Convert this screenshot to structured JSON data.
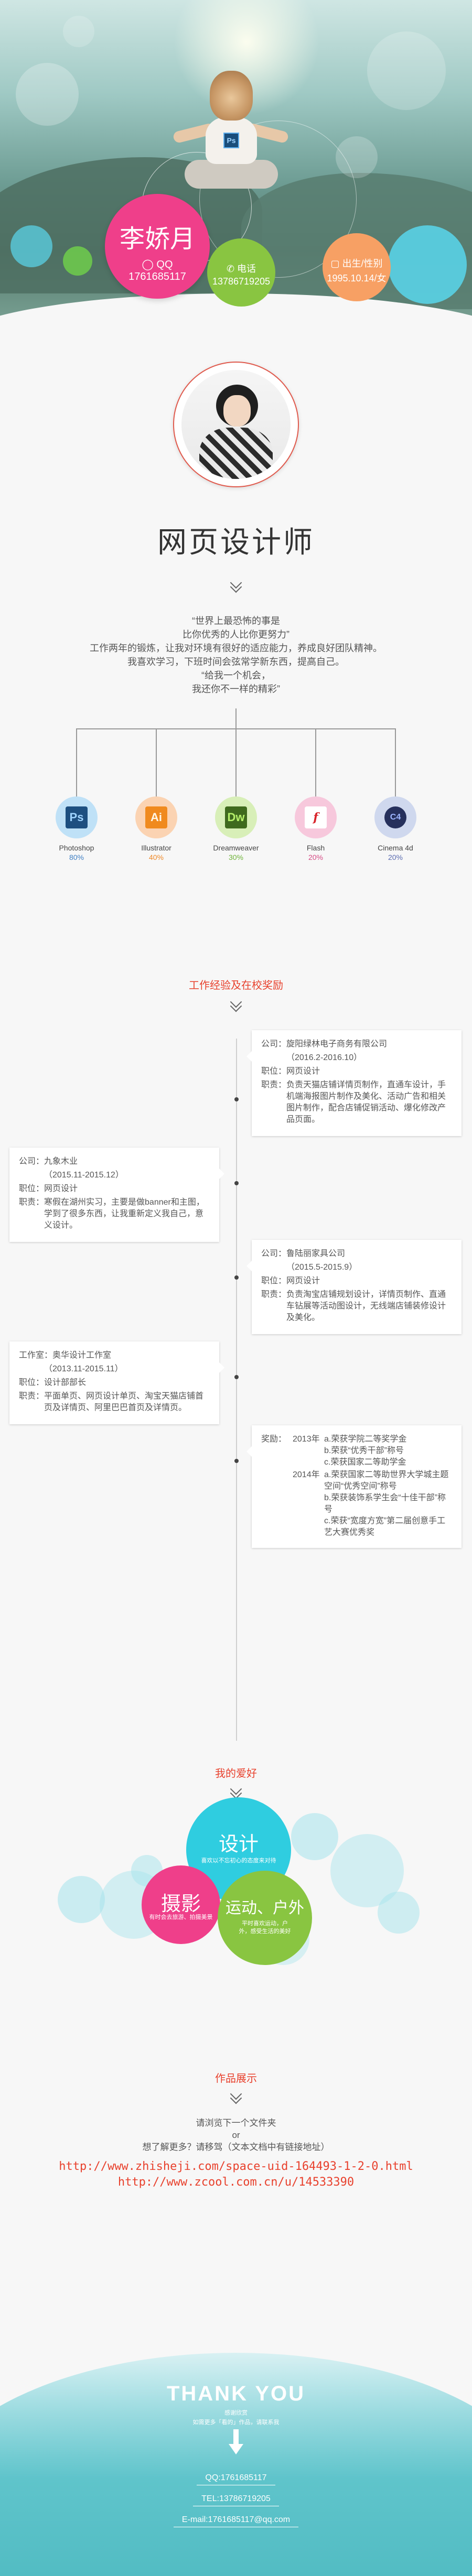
{
  "hero": {
    "name": "李娇月",
    "qq_label": "QQ",
    "qq_value": "1761685117",
    "phone_label": "电话",
    "phone_value": "13786719205",
    "birth_label": "出生/性别",
    "birth_value": "1995.10.14/女",
    "badge_text": "Ps",
    "colors": {
      "pink": "#ef3f8a",
      "green": "#89c541",
      "orange": "#f7a064",
      "cyan": "#59d2e6"
    }
  },
  "profile": {
    "title": "网页设计师",
    "quote": [
      "“世界上最恐怖的事是",
      "比你优秀的人比你更努力”",
      "工作两年的锻炼，让我对环境有很好的适应能力，养成良好团队精神。",
      "我喜欢学习，下班时间会弦常学新东西，提高自己。",
      "“给我一个机会，",
      "我还你不一样的精彩”"
    ]
  },
  "skills": [
    {
      "name": "Photoshop",
      "percent": "80%",
      "abbr": "Ps",
      "bg": "#bfe1f7",
      "fg": "#1d4f80",
      "text": "#9fd4ff",
      "pct_color": "#3f7fc4"
    },
    {
      "name": "Illustrator",
      "percent": "40%",
      "abbr": "Ai",
      "bg": "#fbd3b2",
      "fg": "#f08a1e",
      "text": "#fff7e6",
      "pct_color": "#ef8a2a"
    },
    {
      "name": "Dreamweaver",
      "percent": "30%",
      "abbr": "Dw",
      "bg": "#d8efb8",
      "fg": "#3f6a1e",
      "text": "#b5f06a",
      "pct_color": "#6fb33a"
    },
    {
      "name": "Flash",
      "percent": "20%",
      "abbr": "f",
      "bg": "#f7c8dc",
      "fg": "#ffffff",
      "text": "#d8232a",
      "pct_color": "#d64a84"
    },
    {
      "name": "Cinema 4d",
      "percent": "20%",
      "abbr": "C4",
      "bg": "#cfd8ee",
      "fg": "#26305c",
      "text": "#9fb7ff",
      "pct_color": "#5a6bb0"
    }
  ],
  "experience": {
    "title": "工作经验及在校奖励",
    "cards": [
      {
        "rows": [
          {
            "k": "公司：",
            "v": "旋阳绿林电子商务有限公司"
          },
          {
            "k": "",
            "v": "（2016.2-2016.10）"
          },
          {
            "k": "职位：",
            "v": "网页设计"
          },
          {
            "k": "职责：",
            "v": "负责天猫店铺详情页制作，直通车设计，手机端海报图片制作及美化、活动广告和相关图片制作，配合店铺促销活动、爆化修改产品页面。"
          }
        ]
      },
      {
        "rows": [
          {
            "k": "公司：",
            "v": "九象木业"
          },
          {
            "k": "",
            "v": "（2015.11-2015.12）"
          },
          {
            "k": "职位：",
            "v": "网页设计"
          },
          {
            "k": "职责：",
            "v": "寒假在湖州实习，主要是做banner和主图，学到了很多东西，让我重新定义我自己，意义设计。"
          }
        ]
      },
      {
        "rows": [
          {
            "k": "公司：",
            "v": "鲁陆丽家具公司"
          },
          {
            "k": "",
            "v": "（2015.5-2015.9）"
          },
          {
            "k": "职位：",
            "v": "网页设计"
          },
          {
            "k": "职责：",
            "v": "负责淘宝店铺规划设计，详情页制作、直通车钻展等活动图设计，无线端店铺装修设计及美化。"
          }
        ]
      },
      {
        "rows": [
          {
            "k": "工作室：",
            "v": "奥华设计工作室"
          },
          {
            "k": "",
            "v": "（2013.11-2015.11）"
          },
          {
            "k": "职位：",
            "v": "设计部部长"
          },
          {
            "k": "职责：",
            "v": "平面单页、网页设计单页、淘宝天猫店铺首页及详情页、阿里巴巴首页及详情页。"
          }
        ]
      }
    ],
    "awards": {
      "label": "奖励：",
      "years": [
        {
          "year": "2013年",
          "items": [
            "a.荣获学院二等奖学金",
            "b.荣获“优秀干部”称号",
            "c.荣获国家二等助学金"
          ]
        },
        {
          "year": "2014年",
          "items": [
            "a.荣获国家二等助世界大学城主题空间“优秀空间”称号",
            "b.荣获装饰系学生会“十佳干部”称号",
            "c.荣获“宽度方宽”第二届创意手工艺大赛优秀奖"
          ]
        }
      ]
    }
  },
  "hobbies": {
    "title": "我的爱好",
    "items": [
      {
        "title": "设计",
        "sub": "喜欢以不忘初心的态度来对待",
        "color": "#2fcde0"
      },
      {
        "title": "摄影",
        "sub": "有时会去旅游、拍摄美景",
        "color": "#ef3f8a"
      },
      {
        "title": "运动、户外",
        "sub": "平时喜欢运动，户外，感受生活的美好",
        "color": "#89c541"
      }
    ],
    "deco_color": "#a5e3ec"
  },
  "works": {
    "title": "作品展示",
    "line1": "请浏览下一个文件夹",
    "or": "or",
    "line2": "想了解更多？请移驾（文本文档中有链接地址）",
    "link1": "http://www.zhisheji.com/space-uid-164493-1-2-0.html",
    "link2": "http://www.zcool.com.cn/u/14533390"
  },
  "footer": {
    "thanks": "THANK YOU",
    "sub1": "感谢欣赏",
    "sub2": "如需更多「看的」作品，请联系我",
    "qq": "QQ:1761685117",
    "tel": "TEL:13786719205",
    "email": "E-mail:1761685117@qq.com"
  }
}
